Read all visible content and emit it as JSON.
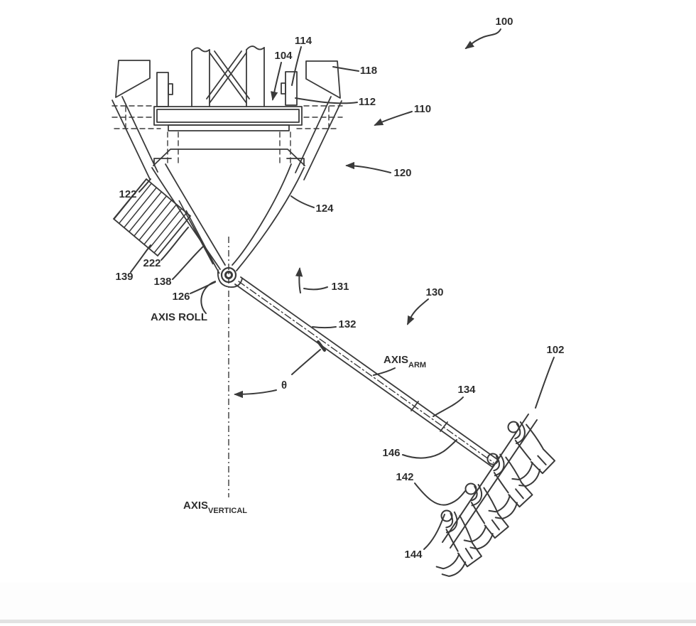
{
  "figure": {
    "ink_color": "#3a3a3a",
    "background_color": "#ffffff",
    "labels": {
      "n100": "100",
      "n102": "102",
      "n104": "104",
      "n110": "110",
      "n112": "112",
      "n114": "114",
      "n118": "118",
      "n120": "120",
      "n122": "122",
      "n124": "124",
      "n126": "126",
      "n130": "130",
      "n131": "131",
      "n132": "132",
      "n134": "134",
      "n138": "138",
      "n139": "139",
      "n142": "142",
      "n144": "144",
      "n146": "146",
      "n222": "222",
      "axis_roll": "AXIS ROLL",
      "axis_word": "AXIS",
      "arm_sub": "ARM",
      "vertical_sub": "VERTICAL",
      "theta": "θ"
    }
  }
}
